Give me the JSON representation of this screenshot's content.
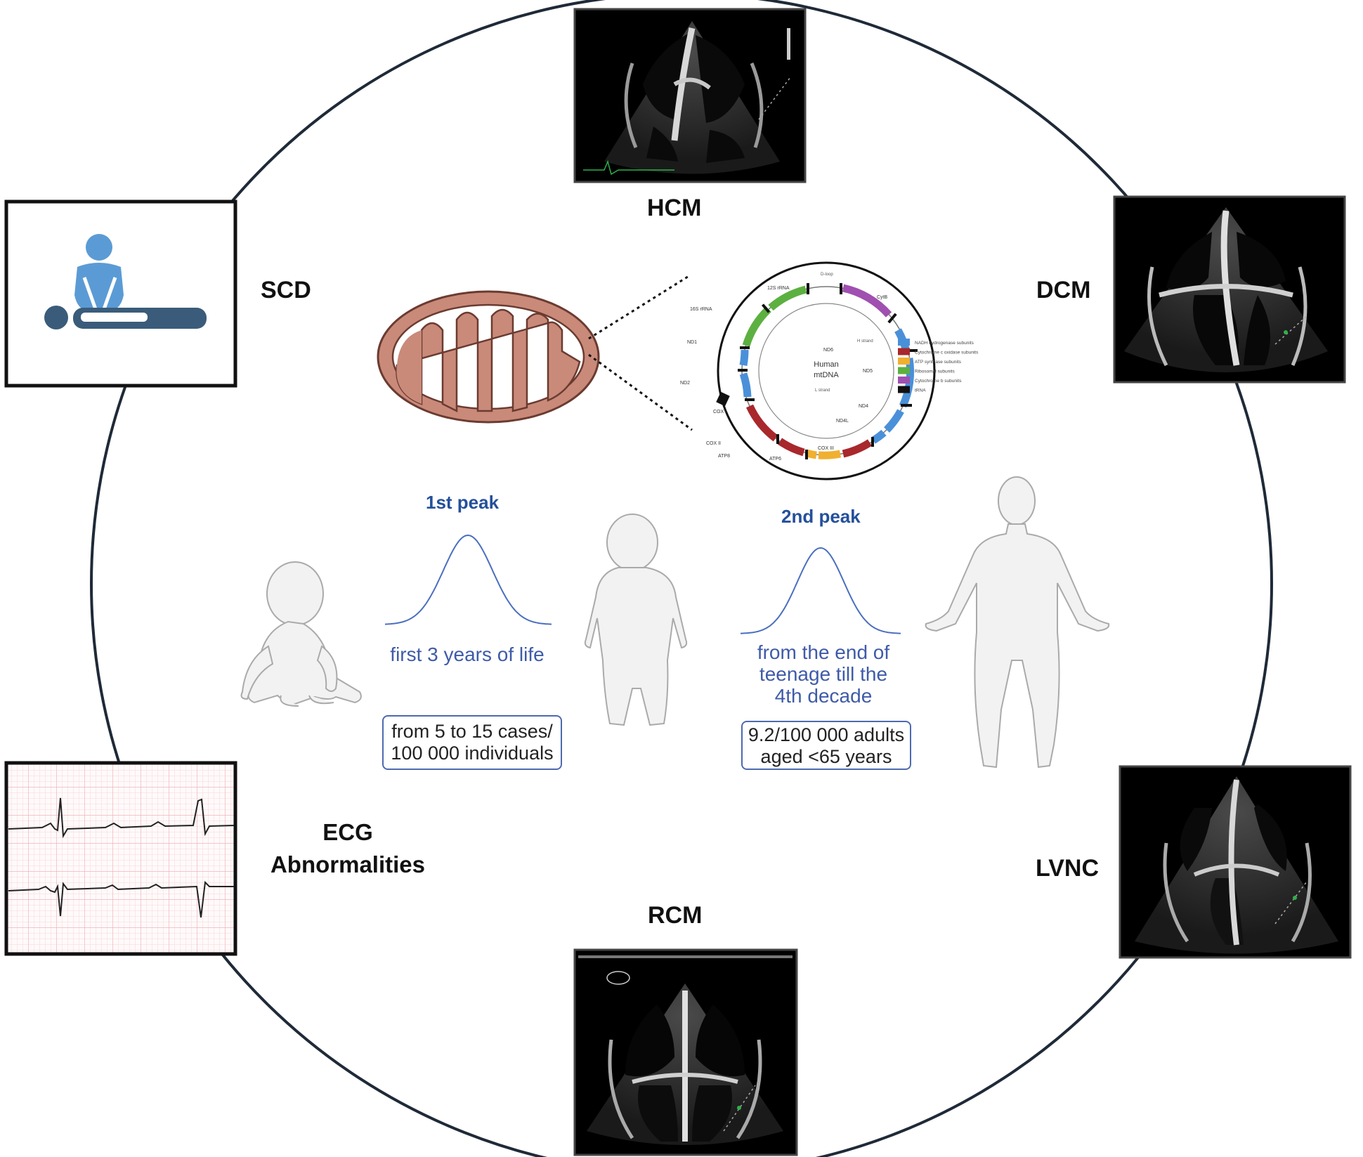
{
  "disorders": {
    "hcm": "HCM",
    "dcm": "DCM",
    "scd": "SCD",
    "ecg_line1": "ECG",
    "ecg_line2": "Abnormalities",
    "lvnc": "LVNC",
    "rcm": "RCM"
  },
  "mtdna": {
    "center_line1": "Human",
    "center_line2": "mtDNA",
    "gene_labels": {
      "rrna12": "12S rRNA",
      "rrna16": "16S rRNA",
      "cytb": "CytB",
      "nd1": "ND1",
      "nd2": "ND2",
      "nd4": "ND4",
      "nd5": "ND5",
      "nd6": "ND6",
      "nd4l": "ND4L",
      "cox1": "COX I",
      "cox2": "COX II",
      "cox3": "COX III",
      "atp6": "ATP6",
      "atp8": "ATP8",
      "h_strand": "H strand",
      "l_strand": "L strand",
      "d_loop": "D-loop"
    },
    "legend": [
      {
        "label": "NADH hydrogenase subunits",
        "color": "#4a90d9"
      },
      {
        "label": "Cytochrome c oxidase subunits",
        "color": "#a8282c"
      },
      {
        "label": "ATP synthase subunits",
        "color": "#f0b030"
      },
      {
        "label": "Ribosomal subunits",
        "color": "#5cb040"
      },
      {
        "label": "Cytochrome b subunits",
        "color": "#a050b0"
      },
      {
        "label": "tRNA",
        "color": "#111111"
      }
    ]
  },
  "peaks": {
    "first": {
      "title": "1st peak",
      "desc_line1": "first 3 years of life",
      "stat_line1": "from 5 to 15 cases/",
      "stat_line2": "100 000 individuals"
    },
    "second": {
      "title": "2nd peak",
      "desc_line1": "from the end of",
      "desc_line2": "teenage till the",
      "desc_line3": "4th decade",
      "stat_line1": "9.2/100 000 adults",
      "stat_line2": "aged <65 years"
    }
  },
  "colors": {
    "peak_title": "#24509a",
    "curve": "#4a6fc0",
    "cpr_figure": "#5b9bd5",
    "cpr_patient": "#3a5c7a",
    "mitochondrion": "#c98a7a",
    "ecg_grid": "#f3c9cf"
  }
}
